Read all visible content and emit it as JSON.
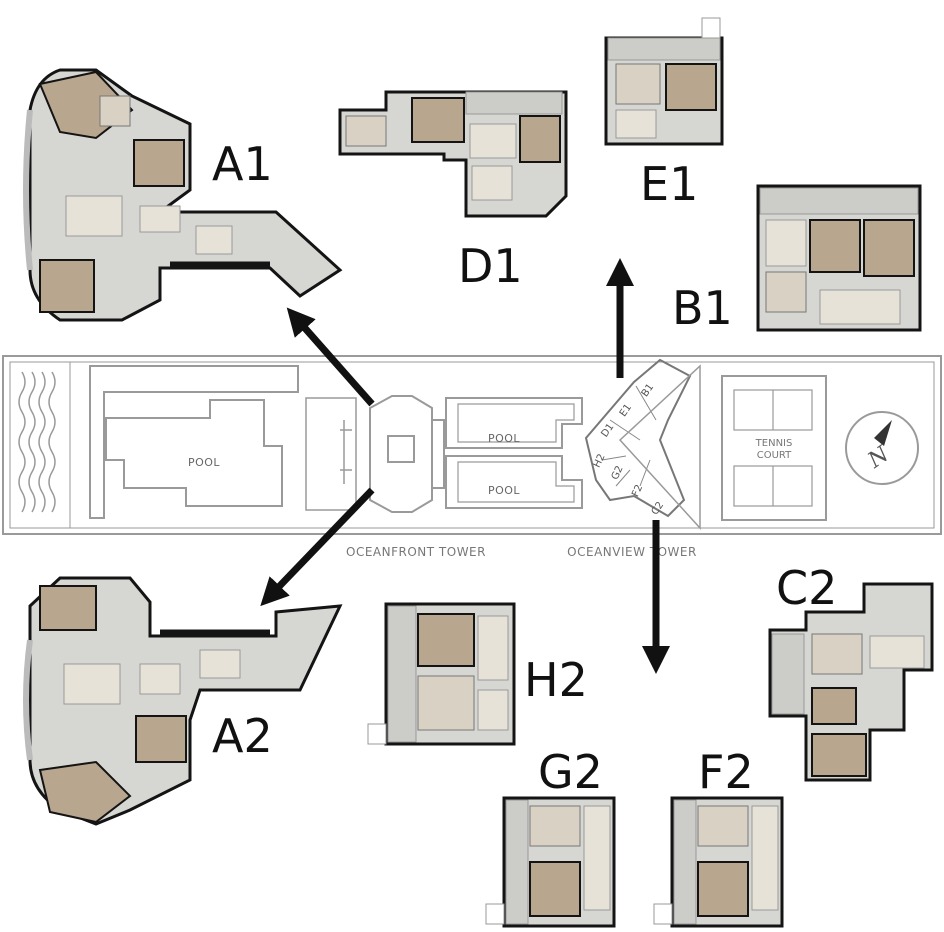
{
  "units": {
    "a1": "A1",
    "a2": "A2",
    "b1": "B1",
    "c2": "C2",
    "d1": "D1",
    "e1": "E1",
    "f2": "F2",
    "g2": "G2",
    "h2": "H2"
  },
  "site": {
    "pool_large": "POOL",
    "pool_top": "POOL",
    "pool_bottom": "POOL",
    "tennis_line1": "TENNIS",
    "tennis_line2": "COURT",
    "oceanfront_tower": "OCEANFRONT TOWER",
    "oceanview_tower": "OCEANVIEW TOWER",
    "compass_letter": "N"
  },
  "tower_units": [
    "B1",
    "E1",
    "D1",
    "H2",
    "G2",
    "F2",
    "C2"
  ],
  "colors": {
    "room_brown": "#b8a68f",
    "room_beige": "#d9d2c4",
    "floor_gray": "#d6d6d2",
    "wall": "#141414",
    "site_line": "#9a9a9a"
  }
}
